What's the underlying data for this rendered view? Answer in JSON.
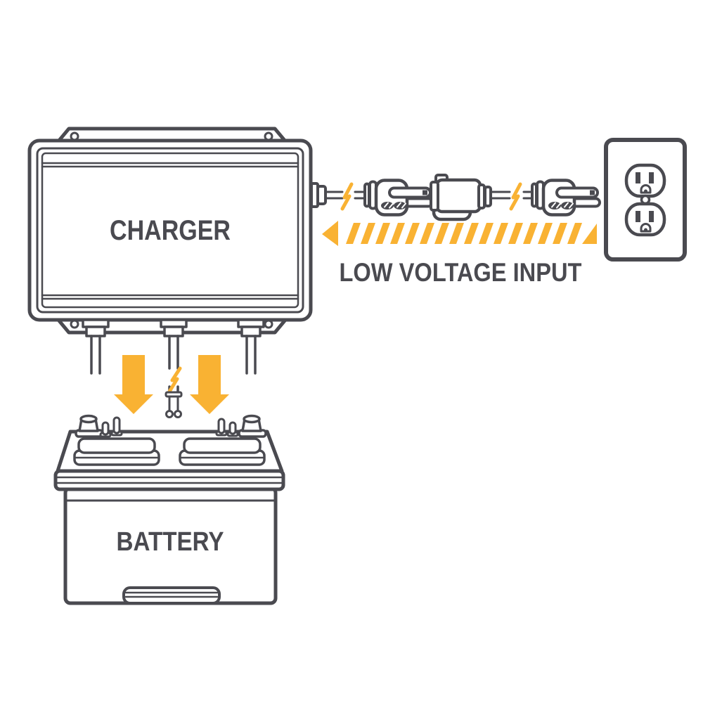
{
  "colors": {
    "outline": "#4A4A50",
    "accent": "#F9B233",
    "background": "#FFFFFF"
  },
  "diagram": {
    "charger": {
      "label": "CHARGER"
    },
    "battery": {
      "label": "BATTERY"
    },
    "low_voltage": {
      "label": "LOW VOLTAGE INPUT",
      "arrow_direction": "left"
    }
  }
}
